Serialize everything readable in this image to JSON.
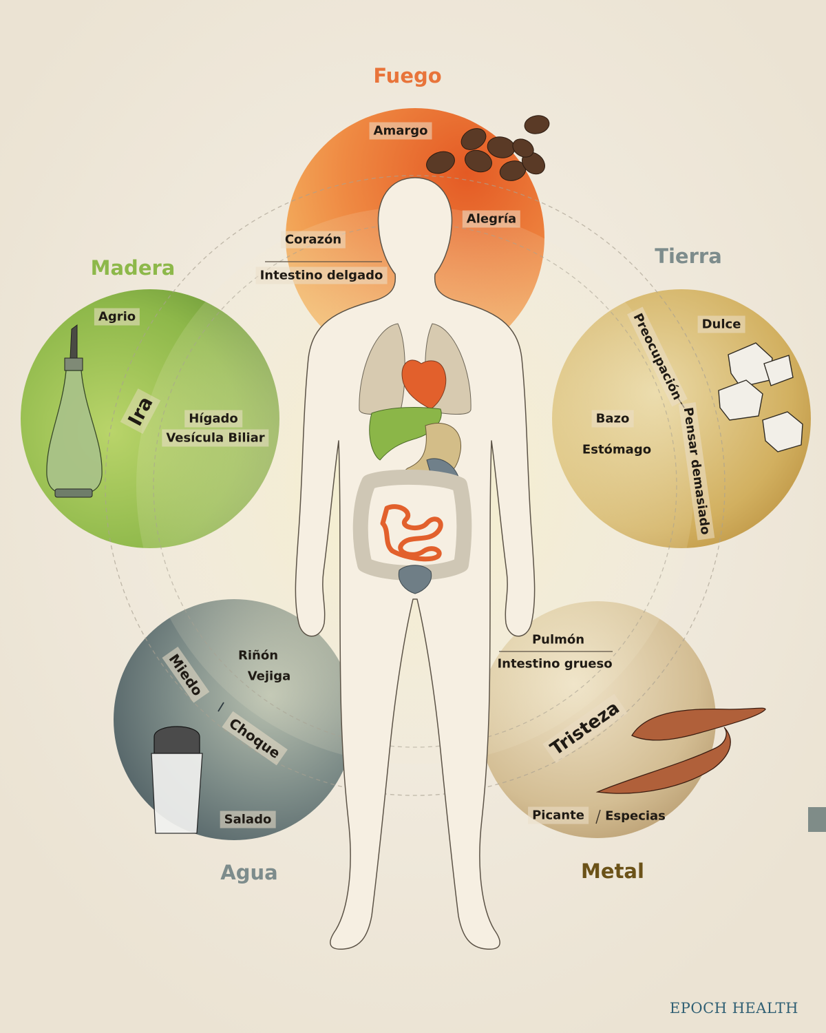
{
  "colors": {
    "fire": "#e8743a",
    "wood": "#8db84a",
    "earth": "#c9a24e",
    "water": "#586a70",
    "metal": "#bfa27a",
    "tierra_title": "#7d8c8c",
    "metal_title": "#6b5218",
    "brand": "#2f5f73",
    "side_tab": "#7f8c88"
  },
  "elements": {
    "fuego": {
      "title": "Fuego",
      "flavor": "Amargo",
      "emotion": "Alegría",
      "organ_top": "Corazón",
      "organ_bottom": "Intestino delgado",
      "icon": "coffee-beans"
    },
    "madera": {
      "title": "Madera",
      "flavor": "Agrio",
      "emotion": "Ira",
      "organ_top": "Hígado",
      "organ_bottom": "Vesícula Biliar",
      "icon": "vinegar-bottle"
    },
    "tierra": {
      "title": "Tierra",
      "flavor": "Dulce",
      "emotion_a": "Preocupación",
      "emotion_b": "Pensar demasiado",
      "organ_top": "Bazo",
      "organ_bottom": "Estómago",
      "icon": "sugar-cubes"
    },
    "agua": {
      "title": "Agua",
      "flavor": "Salado",
      "emotion_a": "Miedo",
      "emotion_b": "Choque",
      "organ_top": "Riñón",
      "organ_bottom": "Vejiga",
      "icon": "salt-shaker"
    },
    "metal": {
      "title": "Metal",
      "flavor_a": "Picante",
      "flavor_b": "Especias",
      "emotion": "Tristeza",
      "organ_top": "Pulmón",
      "organ_bottom": "Intestino grueso",
      "icon": "chili-peppers"
    }
  },
  "brand": "EPOCH HEALTH"
}
